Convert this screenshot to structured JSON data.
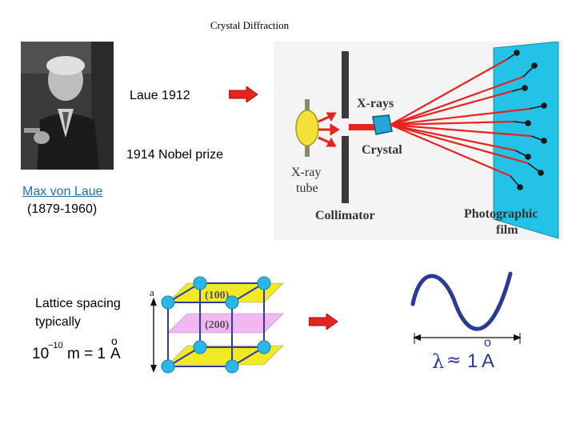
{
  "page": {
    "title": "Crystal Diffraction"
  },
  "scientist": {
    "name": "Max von Laue",
    "years": "(1879-1960)",
    "discovery": "Laue 1912",
    "prize": "1914 Nobel prize"
  },
  "experiment_diagram": {
    "labels": {
      "xrays": "X-rays",
      "crystal": "Crystal",
      "xray_tube_line1": "X-ray",
      "xray_tube_line2": "tube",
      "collimator": "Collimator",
      "film_line1": "Photographic",
      "film_line2": "film"
    },
    "colors": {
      "beam": "#e8231e",
      "film": "#22c3e6",
      "tube": "#f3e13a",
      "collimator": "#3a3a3a"
    }
  },
  "lattice": {
    "caption_line1": "Lattice spacing",
    "caption_line2": "typically",
    "formula_lhs": "10",
    "formula_exp": "−10",
    "formula_mid": "m = 1",
    "formula_unit": "A",
    "formula_ring": "o",
    "spacing_label": "a",
    "plane_100": "(100)",
    "plane_200": "(200)",
    "colors": {
      "plane_100": "#f1ea22",
      "plane_200": "#f2b6f2",
      "nodes": "#29b6ea",
      "edges": "#2f3aa8"
    }
  },
  "wave": {
    "formula_symbol": "λ",
    "formula_approx": "≈",
    "formula_value": "1",
    "formula_unit": "A",
    "formula_ring": "o",
    "colors": {
      "curve": "#2b3a98",
      "formula": "#2b3a98"
    }
  },
  "arrow_color": "#e8231e"
}
